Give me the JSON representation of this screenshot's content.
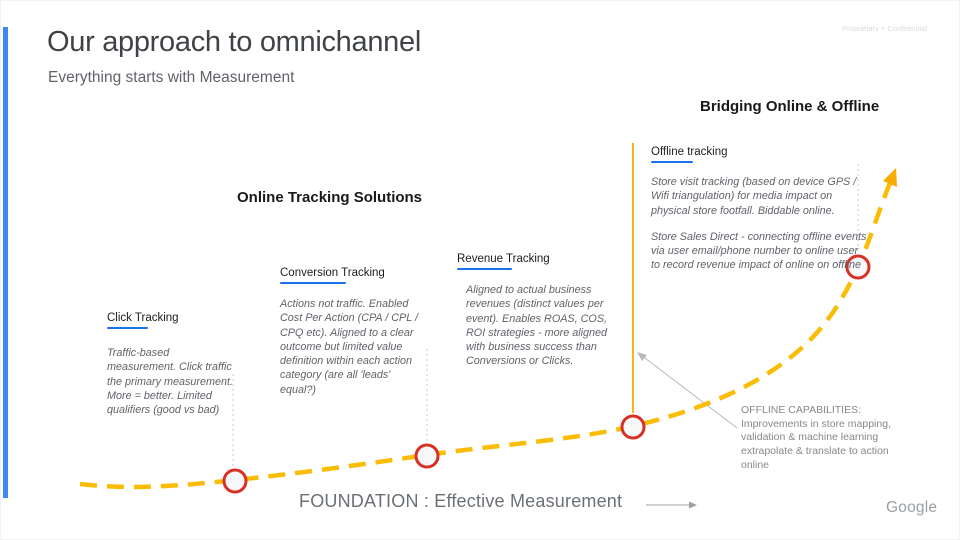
{
  "colors": {
    "accent_blue": "#4285F4",
    "underline_blue": "#1A73E8",
    "curve_yellow": "#FBBC04",
    "bridge_line_orange": "#F9AB00",
    "marker_red": "#D93025",
    "text_dark": "#3F4347",
    "text_gray": "#5F6368"
  },
  "slide": {
    "title": "Our approach to omnichannel",
    "subtitle": "Everything starts with Measurement",
    "confidential": "Proprietary + Confidential",
    "brand": "Google"
  },
  "headers": {
    "online": "Online Tracking Solutions",
    "bridging": "Bridging Online & Offline"
  },
  "sections": [
    {
      "title": "Click Tracking",
      "body": "Traffic-based measurement. Click traffic the primary measurement. More = better. Limited qualifiers (good vs bad)"
    },
    {
      "title": "Conversion Tracking",
      "body": "Actions not traffic. Enabled Cost Per Action (CPA / CPL / CPQ etc). Aligned to a clear outcome but limited value definition within each action category (are all 'leads' equal?)"
    },
    {
      "title": "Revenue Tracking",
      "body": "Aligned to actual business revenues (distinct values per event). Enables ROAS, COS, ROI strategies - more aligned with business success than Conversions or Clicks."
    },
    {
      "title": "Offline tracking",
      "body": "Store visit tracking (based on device GPS / Wifi triangulation) for media impact on physical store footfall. Biddable online.",
      "body2": "Store Sales Direct - connecting offline events via user email/phone number to online user to record revenue impact of online on offline"
    }
  ],
  "callout": {
    "offline_capabilities": "OFFLINE CAPABILITIES:\nImprovements in store mapping,\nvalidation & machine learning\nextrapolate & translate to action\nonline"
  },
  "foundation": {
    "label": "FOUNDATION : Effective Measurement"
  }
}
